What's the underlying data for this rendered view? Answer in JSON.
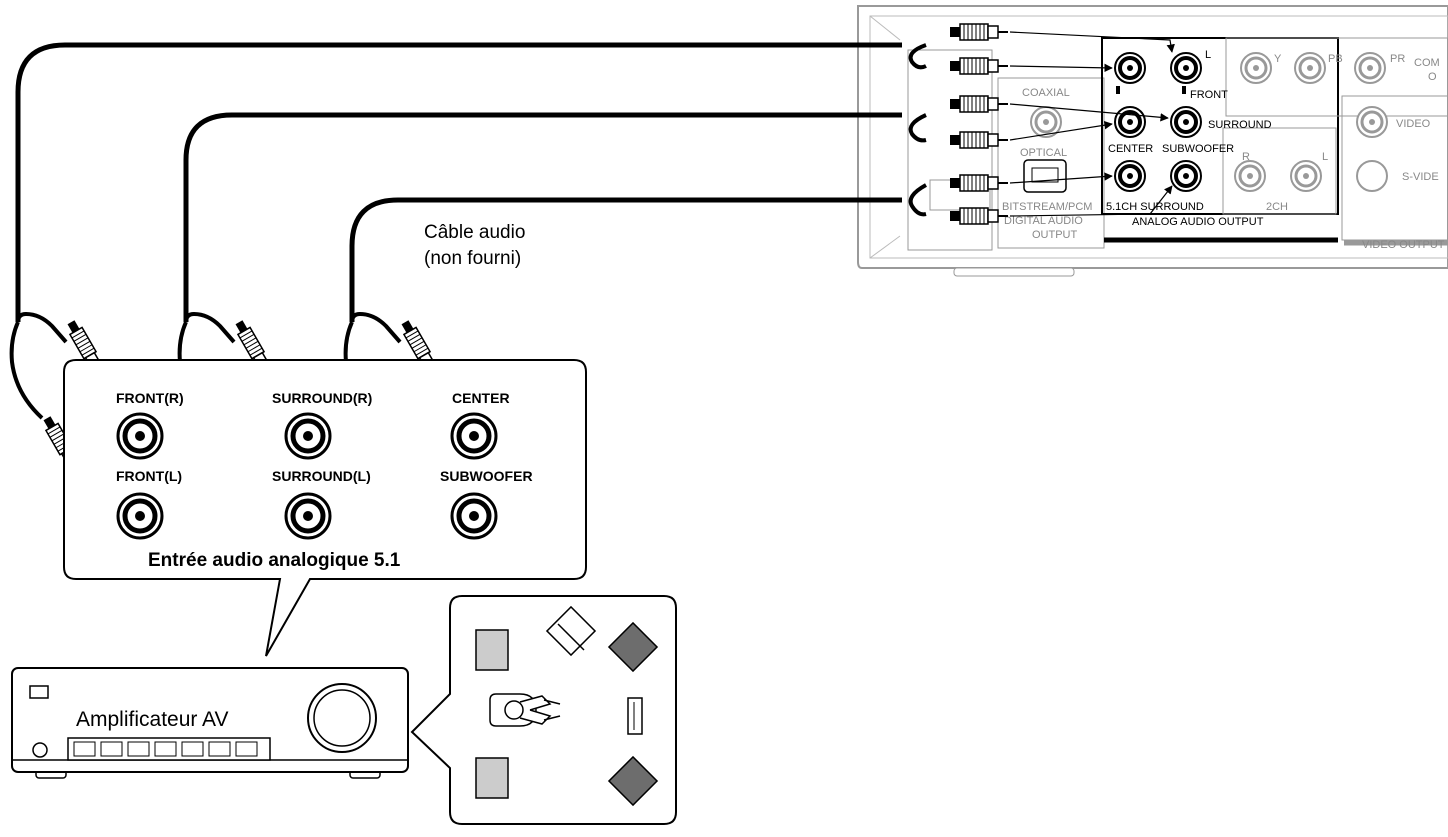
{
  "cable_caption": {
    "line1": "Câble audio",
    "line2": "(non fourni)"
  },
  "input_panel": {
    "title": "Entrée audio analogique 5.1",
    "jacks": {
      "front_r": "FRONT(R)",
      "front_l": "FRONT(L)",
      "surround_r": "SURROUND(R)",
      "surround_l": "SURROUND(L)",
      "center": "CENTER",
      "subwoofer": "SUBWOOFER"
    }
  },
  "amplifier": {
    "label": "Amplificateur AV"
  },
  "player_panel": {
    "coaxial": "COAXIAL",
    "optical": "OPTICAL",
    "bitstream": "BITSTREAM/PCM",
    "digital_audio": "DIGITAL AUDIO",
    "output": "OUTPUT",
    "front": "FRONT",
    "l": "L",
    "surround": "SURROUND",
    "center": "CENTER",
    "subwoofer": "SUBWOOFER",
    "surround_51": "5.1CH SURROUND",
    "analog_audio_output": "ANALOG AUDIO OUTPUT",
    "r2": "R",
    "l2": "L",
    "two_ch": "2CH",
    "y": "Y",
    "pb": "PB",
    "pr": "PR",
    "component": "COM",
    "component_o": "O",
    "video": "VIDEO",
    "svideo": "S-VIDE",
    "video_output": "VIDEO OUTPUT"
  },
  "colors": {
    "cable": "#000000",
    "speaker_light": "#cccccc",
    "speaker_dark": "#6d6d6d",
    "panel_stroke": "#999999"
  }
}
